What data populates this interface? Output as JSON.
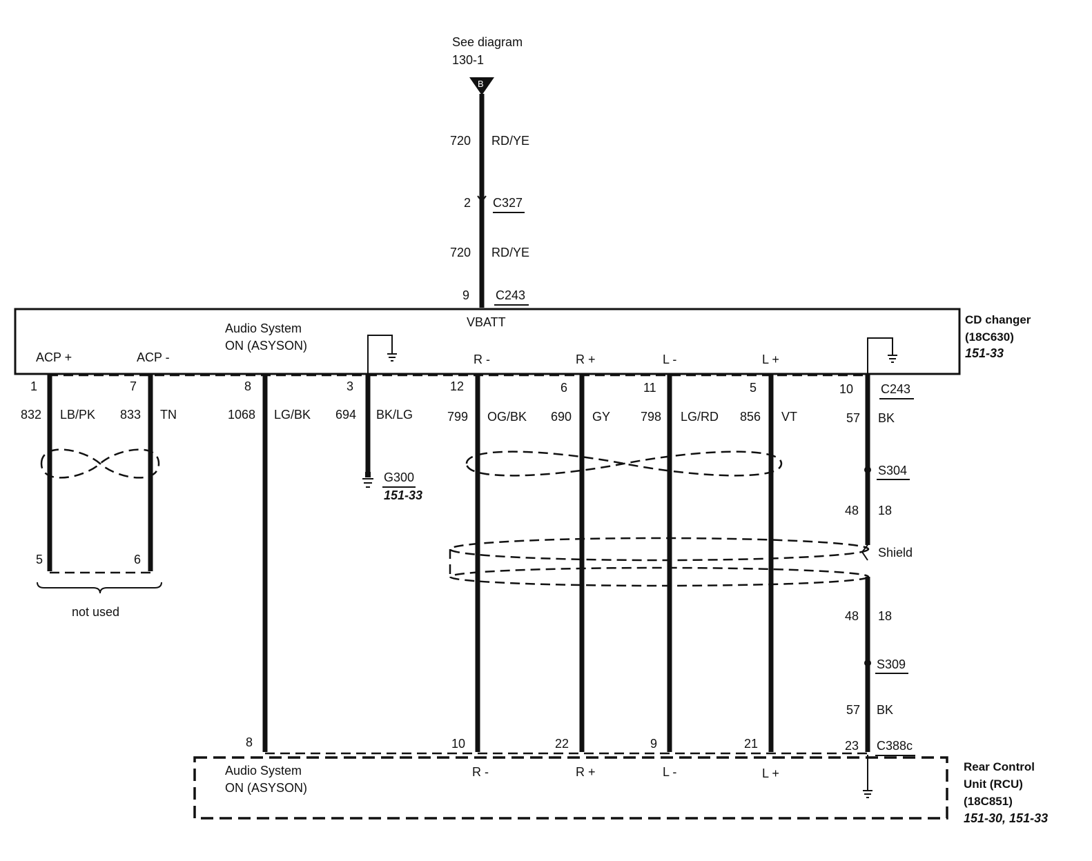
{
  "top_source": {
    "line1": "See diagram",
    "line2": "130-1",
    "connector_letter": "B"
  },
  "top_wire": {
    "upper_circuit": "720",
    "upper_color": "RD/YE",
    "mid_pin": "2",
    "mid_connector": "C327",
    "lower_circuit": "720",
    "lower_color": "RD/YE",
    "bottom_pin": "9",
    "bottom_connector": "C243"
  },
  "cd_changer": {
    "title": "CD changer",
    "part": "(18C630)",
    "page_ref": "151-33",
    "vbatt": "VBATT",
    "asyson_line1": "Audio System",
    "asyson_line2": "ON (ASYSON)",
    "acp_plus": "ACP +",
    "acp_minus": "ACP -",
    "r_minus": "R -",
    "r_plus": "R +",
    "l_minus": "L -",
    "l_plus": "L +",
    "connector": "C243"
  },
  "wires": [
    {
      "pin": "1",
      "circuit": "832",
      "color": "LB/PK",
      "end_pin": "5"
    },
    {
      "pin": "7",
      "circuit": "833",
      "color": "TN",
      "end_pin": "6"
    },
    {
      "pin": "8",
      "circuit": "1068",
      "color": "LG/BK",
      "end_pin": "8"
    },
    {
      "pin": "3",
      "circuit": "694",
      "color": "BK/LG"
    },
    {
      "pin": "12",
      "circuit": "799",
      "color": "OG/BK",
      "end_pin": "10"
    },
    {
      "pin": "6",
      "circuit": "690",
      "color": "GY",
      "end_pin": "22"
    },
    {
      "pin": "11",
      "circuit": "798",
      "color": "LG/RD",
      "end_pin": "9"
    },
    {
      "pin": "5",
      "circuit": "856",
      "color": "VT",
      "end_pin": "21"
    },
    {
      "pin": "10",
      "circuit": "57",
      "color": "BK",
      "end_pin": "23"
    }
  ],
  "not_used": "not used",
  "ground": {
    "name": "G300",
    "page_ref": "151-33"
  },
  "splices": {
    "s304": "S304",
    "upper_circuit": "48",
    "upper_gauge": "18",
    "shield": "Shield",
    "lower_circuit": "48",
    "lower_gauge": "18",
    "s309": "S309",
    "bottom_circuit": "57",
    "bottom_color": "BK"
  },
  "rcu": {
    "title_line1": "Rear Control",
    "title_line2": "Unit (RCU)",
    "part": "(18C851)",
    "page_ref": "151-30, 151-33",
    "connector": "C388c",
    "asyson_line1": "Audio System",
    "asyson_line2": "ON (ASYSON)",
    "r_minus": "R -",
    "r_plus": "R +",
    "l_minus": "L -",
    "l_plus": "L +"
  }
}
